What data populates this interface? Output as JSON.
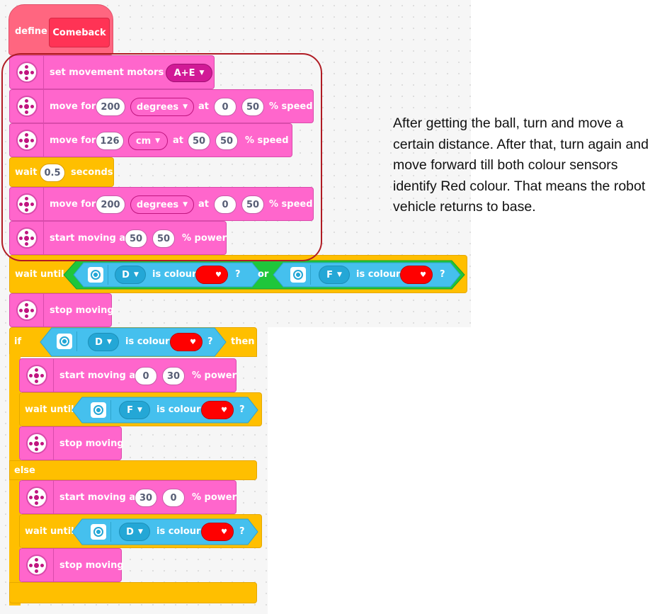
{
  "define": {
    "label": "define",
    "name": "Comeback"
  },
  "b1": {
    "text": "set movement motors to",
    "motors": "A+E"
  },
  "b2": {
    "text": "move for",
    "val": "200",
    "unit": "degrees",
    "at": "at",
    "a": "0",
    "b": "50",
    "tail": "% speed"
  },
  "b3": {
    "text": "move for",
    "val": "126",
    "unit": "cm",
    "at": "at",
    "a": "50",
    "b": "50",
    "tail": "% speed"
  },
  "b4": {
    "text": "wait",
    "val": "0.5",
    "tail": "seconds"
  },
  "b5": {
    "text": "move for",
    "val": "200",
    "unit": "degrees",
    "at": "at",
    "a": "0",
    "b": "50",
    "tail": "% speed"
  },
  "b6": {
    "text": "start moving at",
    "a": "50",
    "b": "50",
    "tail": "% power"
  },
  "b7": {
    "text": "wait until",
    "port1": "D",
    "is1": "is colour",
    "q": "?",
    "or": "or",
    "port2": "F",
    "is2": "is colour"
  },
  "b8": {
    "text": "stop moving"
  },
  "if": {
    "label": "if",
    "port": "D",
    "is": "is colour",
    "q": "?",
    "then": "then",
    "else": "else"
  },
  "i1": {
    "text": "start moving at",
    "a": "0",
    "b": "30",
    "tail": "% power"
  },
  "i2": {
    "text": "wait until",
    "port": "F",
    "is": "is colour",
    "q": "?"
  },
  "i3": {
    "text": "stop moving"
  },
  "e1": {
    "text": "start moving at",
    "a": "30",
    "b": "0",
    "tail": "% power"
  },
  "e2": {
    "text": "wait until",
    "port": "D",
    "is": "is colour",
    "q": "?"
  },
  "e3": {
    "text": "stop moving"
  },
  "note": "After getting the ball, turn and move a certain distance. After that, turn again and move forward till both colour sensors identify Red colour. That means the robot vehicle returns to base.",
  "colors": {
    "motor": "#ff66cc",
    "control": "#ffbf00",
    "sensor": "#45c0ee",
    "event": "#ff6680",
    "operator": "#1fc63b",
    "red": "#ff0000"
  }
}
